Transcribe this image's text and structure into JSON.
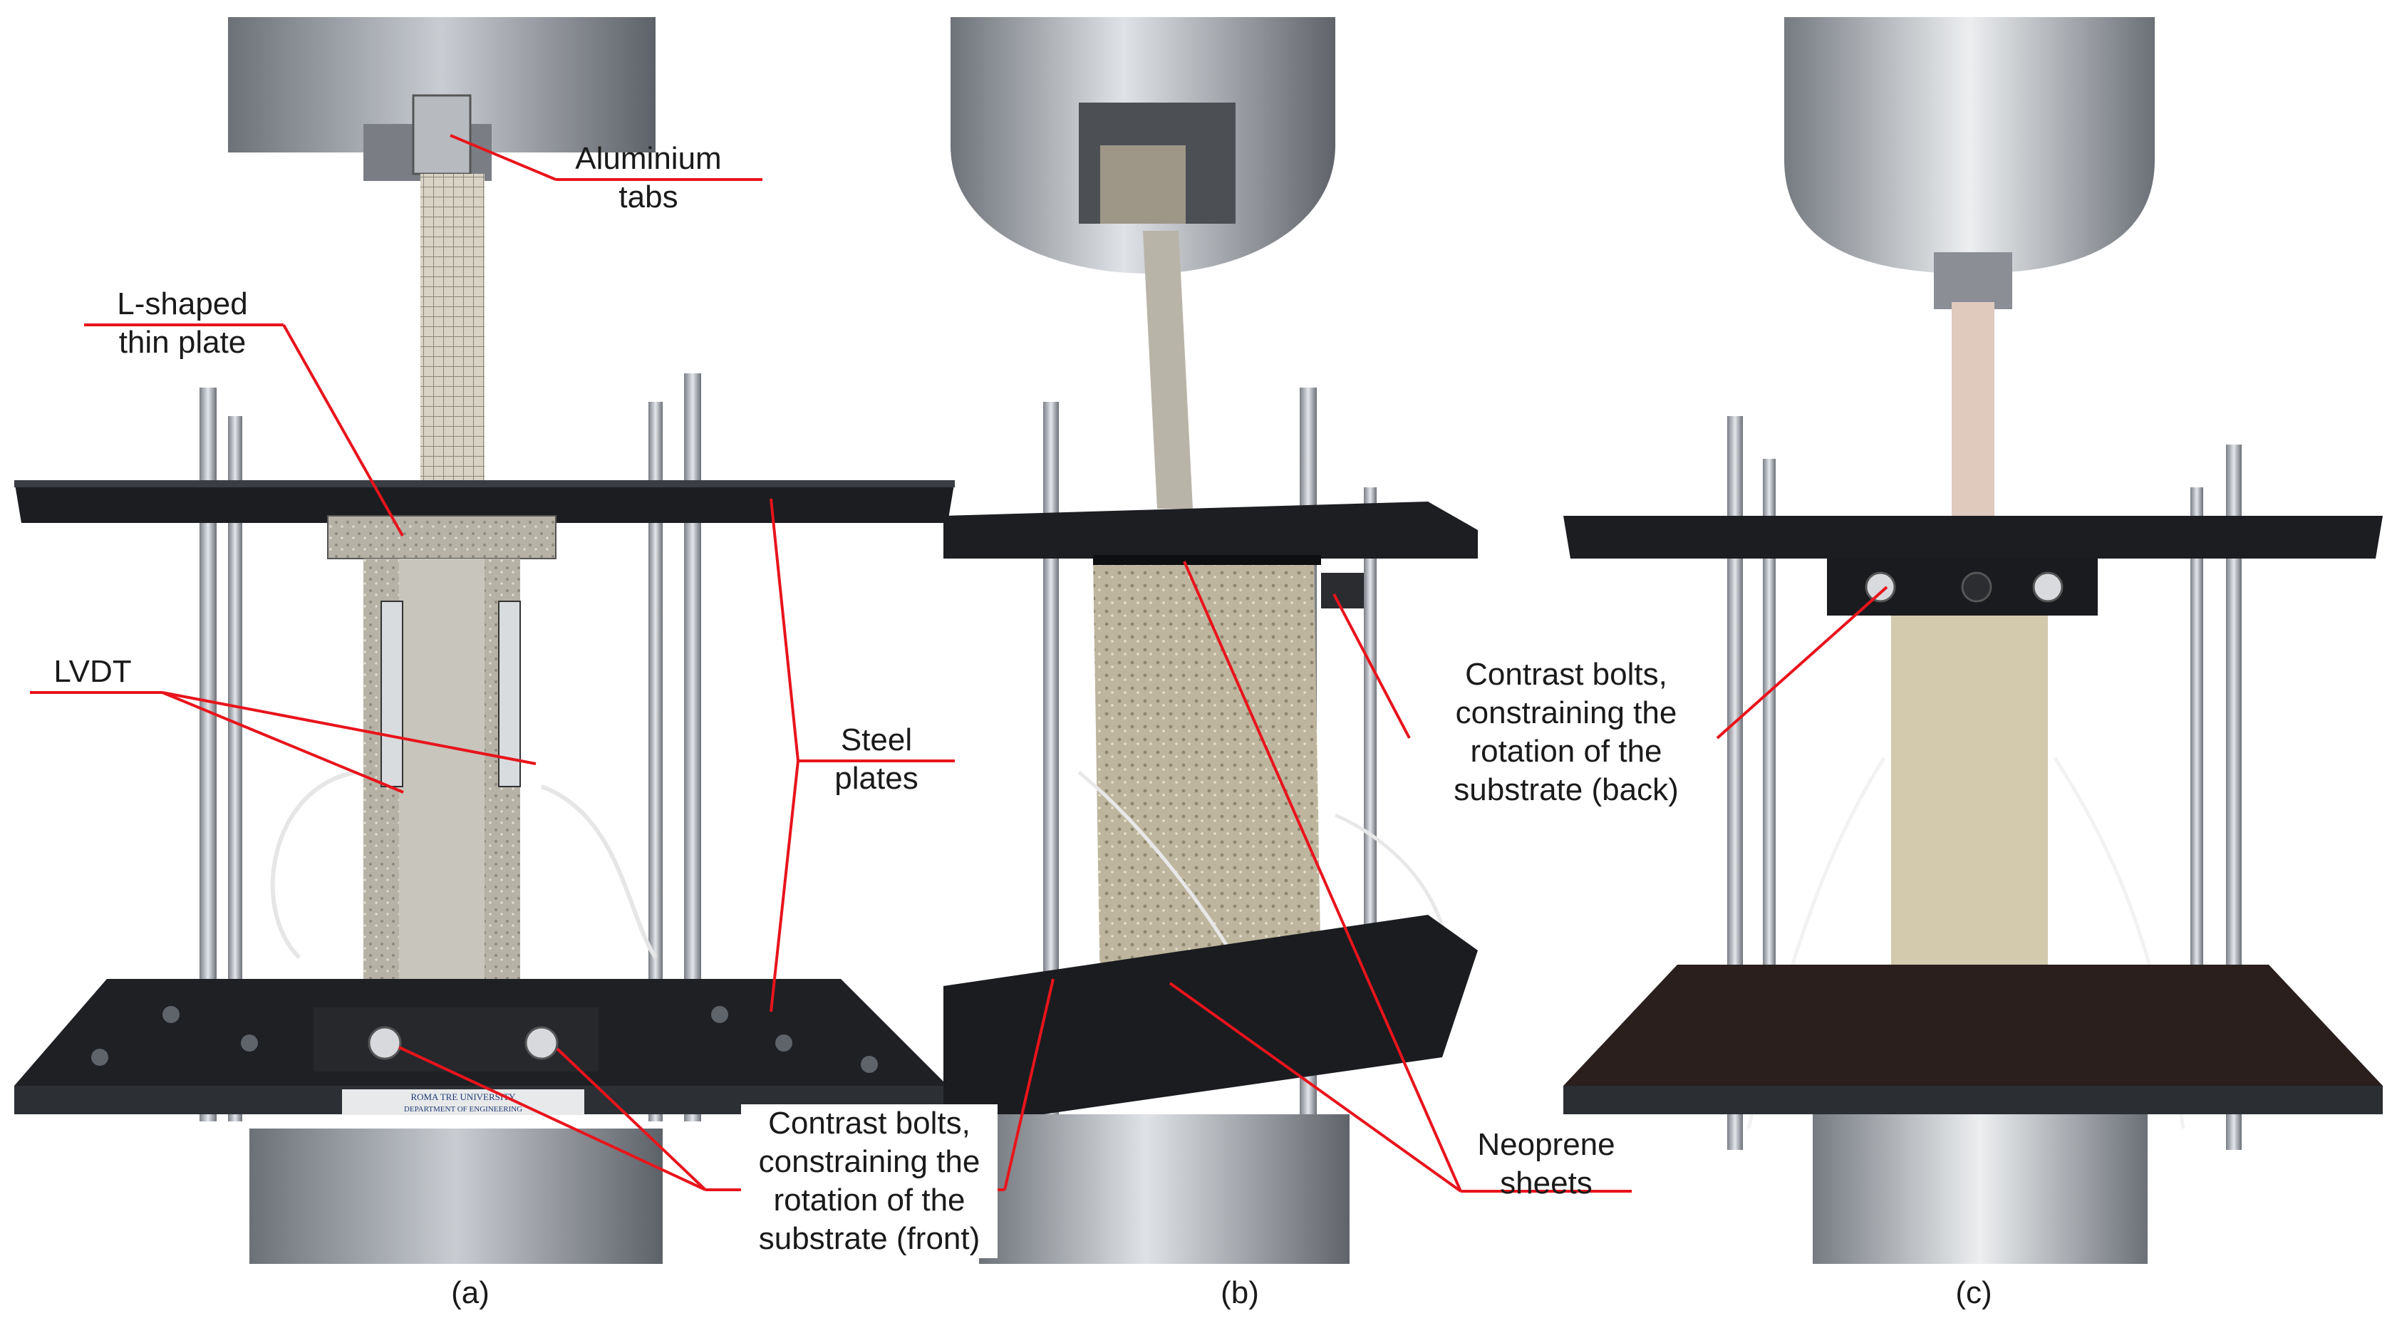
{
  "figure": {
    "captions": {
      "a": "(a)",
      "b": "(b)",
      "c": "(c)"
    },
    "labels": {
      "aluminium_tabs": "Aluminium\ntabs",
      "l_shaped_plate": "L-shaped\nthin plate",
      "lvdt": "LVDT",
      "steel_plates": "Steel\nplates",
      "contrast_bolts_front": "Contrast bolts,\nconstraining the\nrotation of the\nsubstrate (front)",
      "contrast_bolts_back": "Contrast bolts,\nconstraining the\nrotation of the\nsubstrate (back)",
      "neoprene_sheets": "Neoprene\nsheets"
    },
    "logo_text": [
      "ROMA TRE UNIVERSITY",
      "DEPARTMENT OF ENGINEERING"
    ],
    "colors": {
      "leader_line": "#e8141c",
      "steel_dark": "#1b1d21",
      "concrete": "#c9c2ae",
      "machine": "#8a8f96"
    }
  }
}
